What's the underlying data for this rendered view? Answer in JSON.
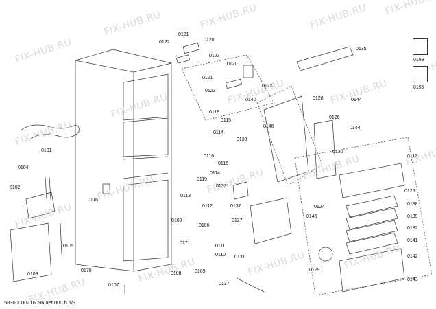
{
  "watermark": "FIX-HUB.RU",
  "footer_text": "58300000216096 aet 000 b 1/3",
  "icons": [
    {
      "id": "spring-icon",
      "label": "0199"
    },
    {
      "id": "wave-spring-icon",
      "label": "0195"
    }
  ],
  "parts": [
    "0101",
    "0102",
    "0103",
    "0104",
    "0105",
    "0106",
    "0107",
    "0108",
    "0108",
    "0109",
    "0110",
    "0111",
    "0112",
    "0113",
    "0114",
    "0114",
    "0115",
    "0115",
    "0116",
    "0116",
    "0117",
    "0118",
    "0119",
    "0120",
    "0120",
    "0121",
    "0121",
    "0122",
    "0122",
    "0123",
    "0123",
    "0124",
    "0125",
    "0126",
    "0127",
    "0128",
    "0129",
    "0130",
    "0131",
    "0132",
    "0133",
    "0135",
    "0137",
    "0137",
    "0138",
    "0138",
    "0139",
    "0140",
    "0141",
    "0142",
    "0143",
    "0144",
    "0144",
    "0145",
    "0146",
    "0170",
    "0171"
  ]
}
